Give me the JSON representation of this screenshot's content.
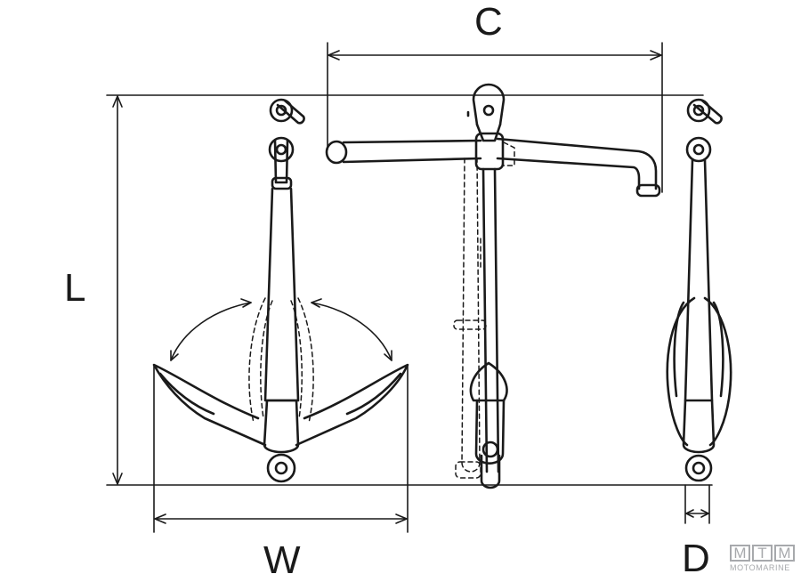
{
  "dimensions": {
    "c": "C",
    "l": "L",
    "w": "W",
    "d": "D"
  },
  "logo": {
    "letters": [
      "M",
      "T",
      "M"
    ],
    "subtitle": "MOTOMARINE",
    "color": "#a7a9ac"
  },
  "colors": {
    "line": "#1a1a1a",
    "background": "#ffffff"
  }
}
